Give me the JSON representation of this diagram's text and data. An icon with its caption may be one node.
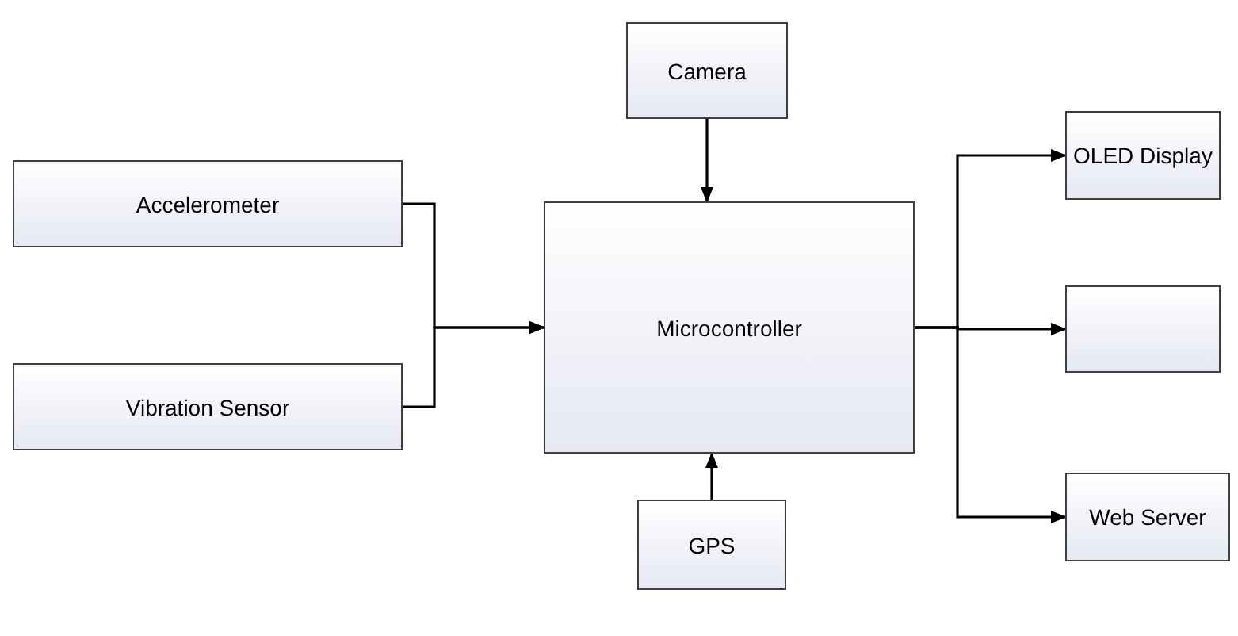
{
  "diagram": {
    "nodes": [
      {
        "text": [
          "Camera"
        ]
      },
      {
        "text": [
          "Accelerometer"
        ]
      },
      {
        "text": [
          "Vibration Sensor"
        ]
      },
      {
        "text": [
          "Microcontroller"
        ]
      },
      {
        "text": [
          "OLED Display"
        ]
      },
      {
        "text": [],
        "shape": "box"
      },
      {
        "text": [
          "Web Server"
        ]
      },
      {
        "text": [
          "GPS"
        ]
      }
    ],
    "edges": [
      {
        "from": 1,
        "to": 3,
        "arrow": "to"
      },
      {
        "from": 2,
        "to": 3,
        "arrow": "to"
      },
      {
        "from": 0,
        "to": 3,
        "arrow": "to"
      },
      {
        "from": 7,
        "to": 3,
        "arrow": "to"
      },
      {
        "from": 3,
        "to": 4,
        "arrow": "to"
      },
      {
        "from": 3,
        "to": 5,
        "arrow": "to"
      },
      {
        "from": 3,
        "to": 6,
        "arrow": "to"
      }
    ]
  }
}
